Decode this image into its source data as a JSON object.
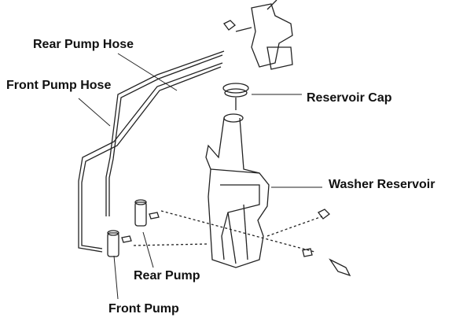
{
  "labels": {
    "rear_pump_hose": "Rear Pump Hose",
    "front_pump_hose": "Front Pump Hose",
    "reservoir_cap": "Reservoir Cap",
    "washer_reservoir": "Washer Reservoir",
    "rear_pump": "Rear Pump",
    "front_pump": "Front Pump"
  },
  "colors": {
    "line": "#222222",
    "background": "#ffffff"
  }
}
